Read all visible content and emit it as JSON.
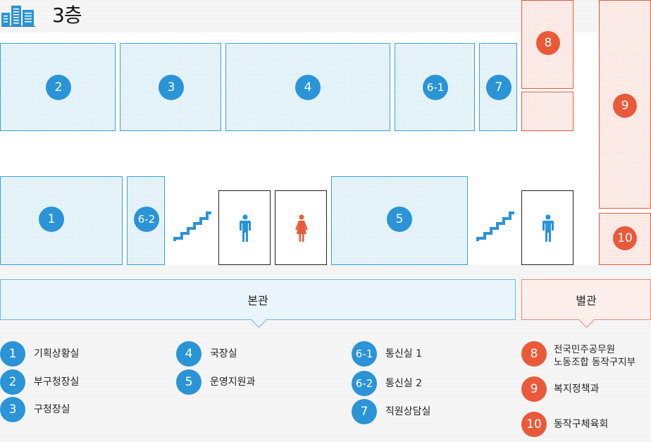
{
  "header": {
    "floor_title": "3층",
    "icon": "building-icon"
  },
  "colors": {
    "main_blue": "#2a94d6",
    "annex_red": "#ea5a3a"
  },
  "rooms": {
    "r1": "1",
    "r2": "2",
    "r3": "3",
    "r4": "4",
    "r5": "5",
    "r6_1": "6-1",
    "r6_2": "6-2",
    "r7": "7",
    "r8": "8",
    "r9": "9",
    "r10": "10"
  },
  "buildings": {
    "main": "본관",
    "annex": "별관"
  },
  "legend": {
    "main_col1": [
      {
        "num": "1",
        "label": "기획상황실"
      },
      {
        "num": "2",
        "label": "부구청장실"
      },
      {
        "num": "3",
        "label": "구청장실"
      }
    ],
    "main_col2": [
      {
        "num": "4",
        "label": "국장실"
      },
      {
        "num": "5",
        "label": "운영지원과"
      }
    ],
    "main_col3": [
      {
        "num": "6-1",
        "label": "통신실 1"
      },
      {
        "num": "6-2",
        "label": "통신실 2"
      },
      {
        "num": "7",
        "label": "직원상담실"
      }
    ],
    "annex": [
      {
        "num": "8",
        "label": "전국민주공무원\n노동조합 동작구지부"
      },
      {
        "num": "9",
        "label": "복지정책과"
      },
      {
        "num": "10",
        "label": "동작구체육회"
      }
    ]
  },
  "icons": [
    "stairs-icon",
    "male-restroom-icon",
    "female-restroom-icon"
  ]
}
